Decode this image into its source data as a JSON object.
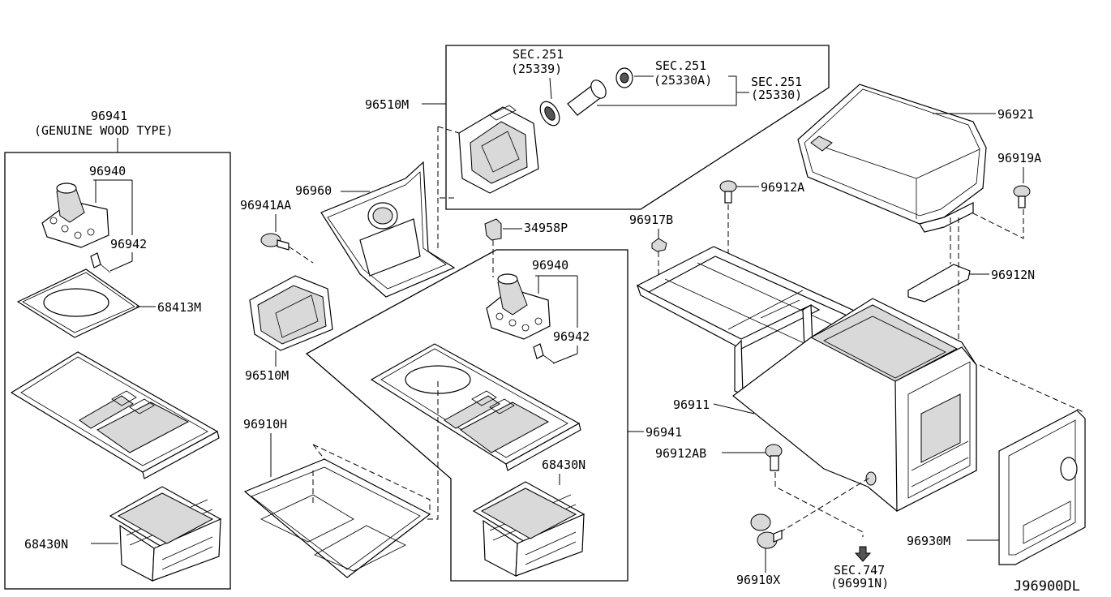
{
  "diagram_id": "J96900DL",
  "labels": {
    "p96941_top": "96941",
    "genuine_wood": "(GENUINE WOOD TYPE)",
    "p96940_left": "96940",
    "p96942_left": "96942",
    "p68413m": "68413M",
    "p68430n_left": "68430N",
    "p96510m_top": "96510M",
    "sec251_a": "SEC.251",
    "ref25339": "(25339)",
    "sec251_b": "SEC.251",
    "ref25330a": "(25330A)",
    "sec251_c": "SEC.251",
    "ref25330": "(25330)",
    "p96960": "96960",
    "p96941aa": "96941AA",
    "p96510m_bottom": "96510M",
    "p34958p": "34958P",
    "p96940_center": "96940",
    "p96942_center": "96942",
    "p96941_right": "96941",
    "p96910h": "96910H",
    "p68430n_center": "68430N",
    "p96921": "96921",
    "p96919a": "96919A",
    "p96912a": "96912A",
    "p96917b": "96917B",
    "p96912n": "96912N",
    "p96911": "96911",
    "p96912ab": "96912AB",
    "p96930m": "96930M",
    "p96910x": "96910X",
    "sec747": "SEC.747",
    "ref96991n": "(96991N)"
  }
}
